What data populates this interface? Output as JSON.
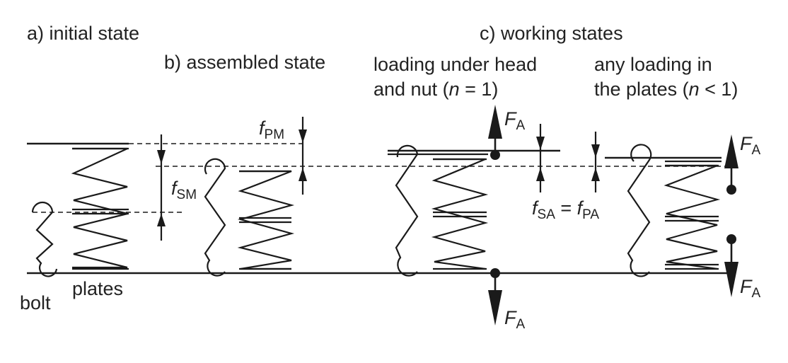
{
  "labels": {
    "initial_state": "a) initial state",
    "assembled_state": "b) assembled state",
    "working_states": "c) working states",
    "loading_head_nut_line1": "loading under head",
    "loading_head_nut_line2_pre": "and nut (",
    "loading_head_nut_n": "n",
    "loading_head_nut_line2_post": " = 1)",
    "any_loading_line1": "any loading in",
    "any_loading_line2_pre": "the plates (",
    "any_loading_n": "n",
    "any_loading_line2_post": " < 1)",
    "bolt": "bolt",
    "plates": "plates",
    "f_main": "f",
    "sub_PM": "PM",
    "sub_SM": "SM",
    "sub_SA": "SA",
    "sub_PA": "PA",
    "equals": " = ",
    "F_main": "F",
    "sub_A": "A"
  },
  "colors": {
    "ink": "#1a1a1a",
    "background": "#ffffff"
  }
}
